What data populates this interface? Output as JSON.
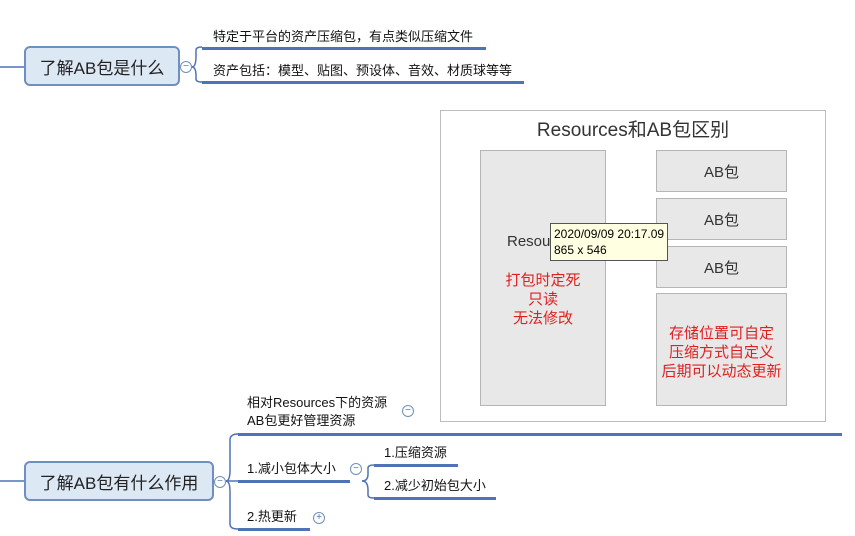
{
  "topic1": {
    "title": "了解AB包是什么",
    "children": [
      "特定于平台的资产压缩包，有点类似压缩文件",
      "资产包括：模型、贴图、预设体、音效、材质球等等"
    ]
  },
  "compare": {
    "title": "Resources和AB包区别",
    "resources_label": "Resou",
    "resources_notes": [
      "打包时定死",
      "只读",
      "无法修改"
    ],
    "ab_boxes": [
      "AB包",
      "AB包",
      "AB包"
    ],
    "ab_notes": [
      "存储位置可自定",
      "压缩方式自定义",
      "后期可以动态更新"
    ]
  },
  "tooltip": {
    "line1": "2020/09/09 20:17.09",
    "line2": "865 x 546"
  },
  "topic2": {
    "title": "了解AB包有什么作用",
    "branch1": [
      "相对Resources下的资源",
      "AB包更好管理资源"
    ],
    "branch2": {
      "label": "1.减小包体大小",
      "children": [
        "1.压缩资源",
        "2.减少初始包大小"
      ]
    },
    "branch3": "2.热更新"
  },
  "colors": {
    "accent": "#4f73b6",
    "topic_fill": "#dde8f5",
    "note_red": "#e02020"
  }
}
